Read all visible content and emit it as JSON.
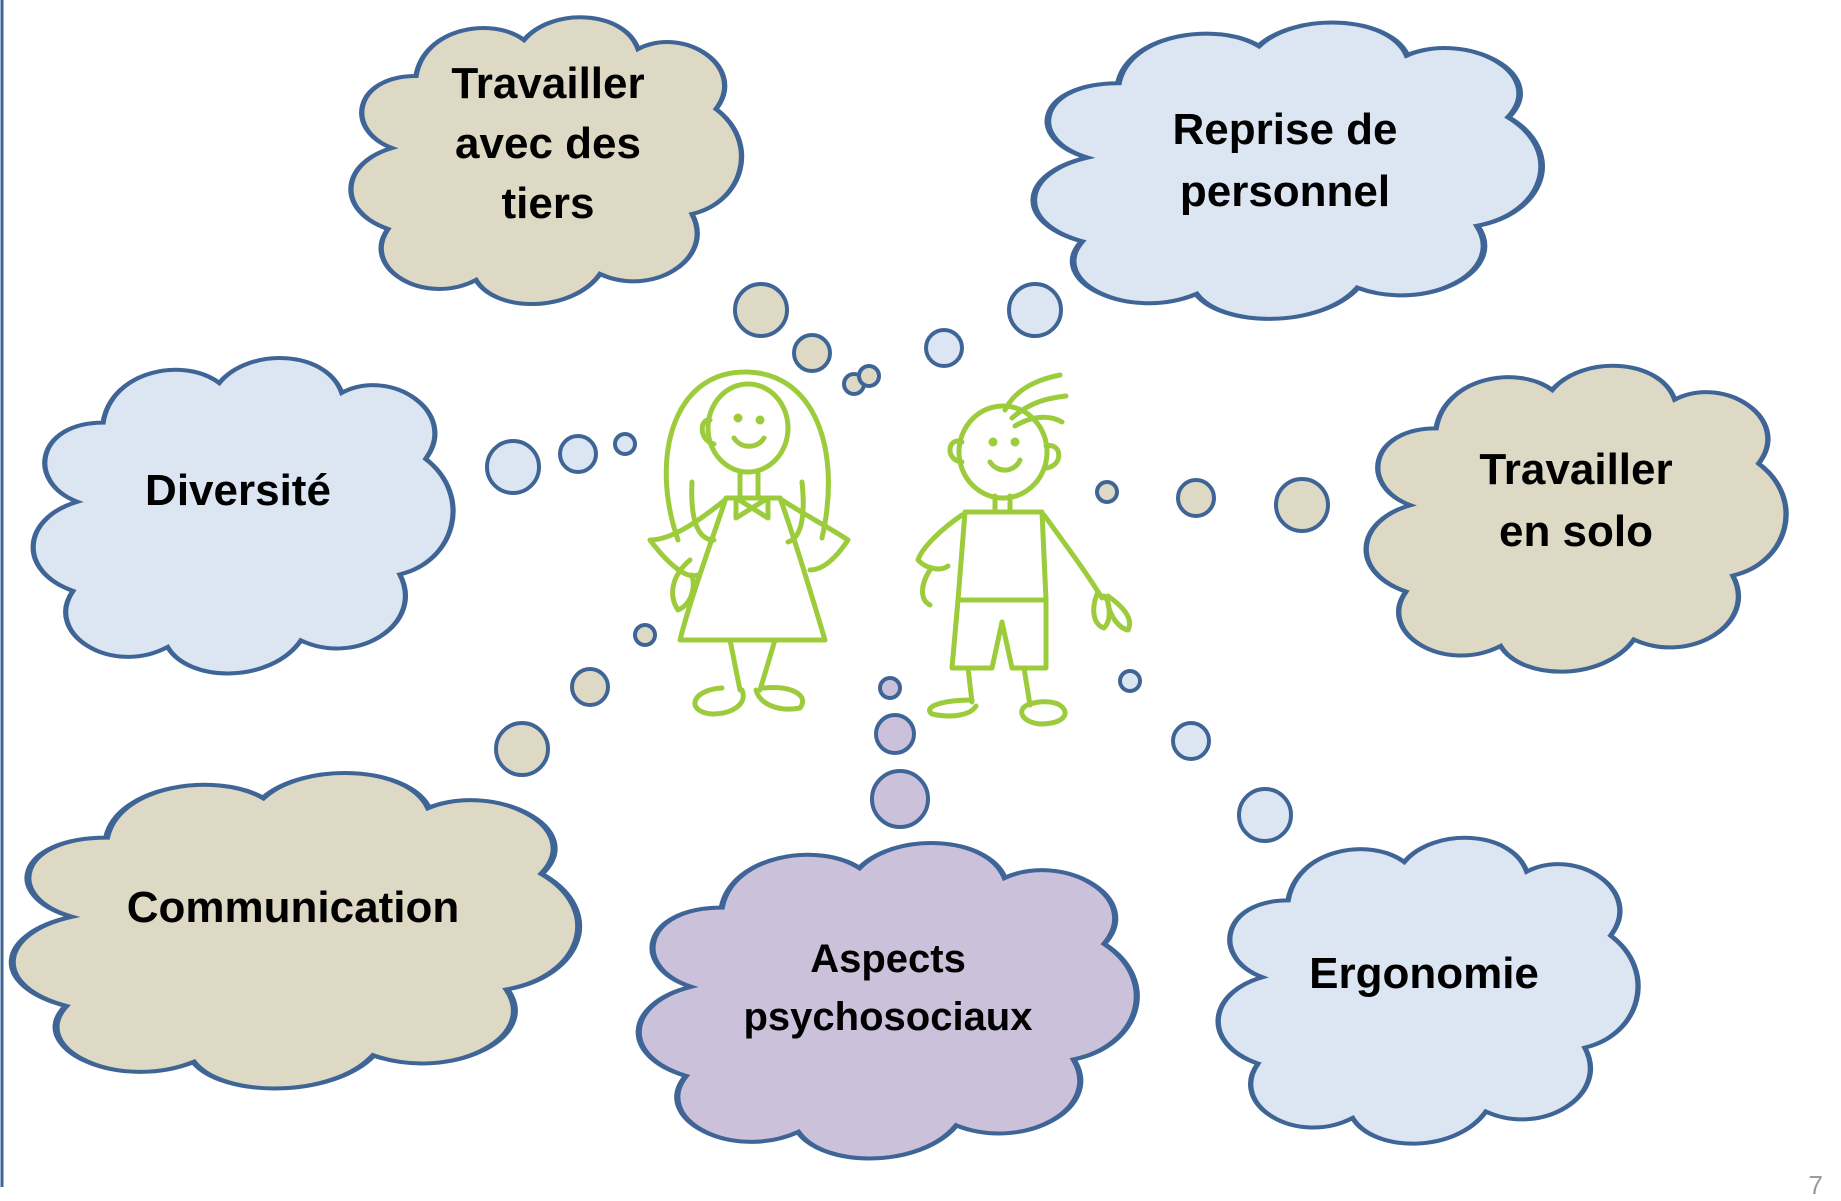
{
  "colors": {
    "outline": "#3f6597",
    "blue_fill": "#dce6f2",
    "tan_fill": "#ddd9c4",
    "purple_fill": "#ccc1da",
    "figure": "#9ccc3c",
    "border": "#3f6597"
  },
  "clouds": [
    {
      "id": "travailler-avec-des-tiers",
      "fill": "tan",
      "lines": [
        "Travailler",
        "avec des",
        "tiers"
      ]
    },
    {
      "id": "reprise-de-personnel",
      "fill": "blue",
      "lines": [
        "Reprise de",
        "personnel"
      ]
    },
    {
      "id": "diversite",
      "fill": "blue",
      "lines": [
        "Diversité"
      ]
    },
    {
      "id": "travailler-en-solo",
      "fill": "tan",
      "lines": [
        "Travailler",
        "en solo"
      ]
    },
    {
      "id": "communication",
      "fill": "tan",
      "lines": [
        "Communication"
      ]
    },
    {
      "id": "aspects-psychosociaux",
      "fill": "purple",
      "lines": [
        "Aspects",
        "psychosociaux"
      ]
    },
    {
      "id": "ergonomie",
      "fill": "blue",
      "lines": [
        "Ergonomie"
      ]
    }
  ],
  "figures": [
    {
      "id": "girl",
      "icon": "girl-figure-icon"
    },
    {
      "id": "boy",
      "icon": "boy-figure-icon"
    }
  ],
  "page_number": "7"
}
